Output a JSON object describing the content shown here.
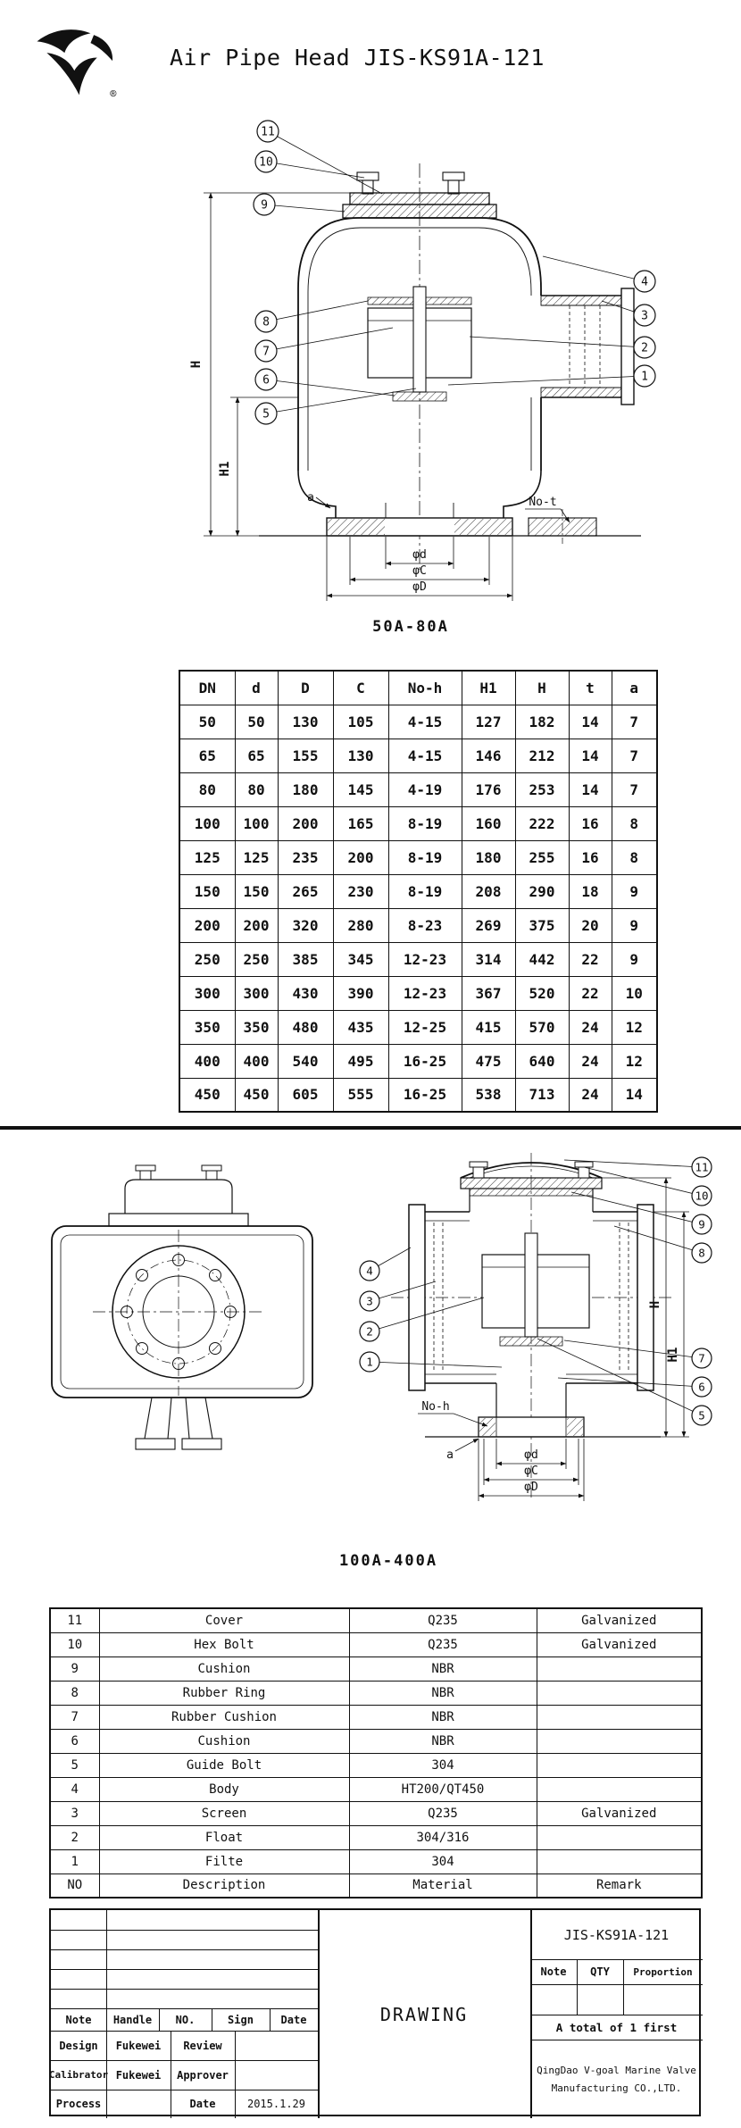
{
  "header": {
    "title": "Air Pipe Head JIS-KS91A-121",
    "logo_registered": "®"
  },
  "drawing1": {
    "caption": "50A-80A",
    "callouts": [
      "11",
      "10",
      "9",
      "8",
      "7",
      "6",
      "5",
      "4",
      "3",
      "2",
      "1"
    ],
    "dims": {
      "h": "H",
      "h1": "H1",
      "a": "a",
      "no_t": "No-t",
      "phi_d": "φd",
      "phi_c": "φC",
      "phi_big_d": "φD"
    }
  },
  "dim_table": {
    "headers": [
      "DN",
      "d",
      "D",
      "C",
      "No-h",
      "H1",
      "H",
      "t",
      "a"
    ],
    "rows": [
      [
        "50",
        "50",
        "130",
        "105",
        "4-15",
        "127",
        "182",
        "14",
        "7"
      ],
      [
        "65",
        "65",
        "155",
        "130",
        "4-15",
        "146",
        "212",
        "14",
        "7"
      ],
      [
        "80",
        "80",
        "180",
        "145",
        "4-19",
        "176",
        "253",
        "14",
        "7"
      ],
      [
        "100",
        "100",
        "200",
        "165",
        "8-19",
        "160",
        "222",
        "16",
        "8"
      ],
      [
        "125",
        "125",
        "235",
        "200",
        "8-19",
        "180",
        "255",
        "16",
        "8"
      ],
      [
        "150",
        "150",
        "265",
        "230",
        "8-19",
        "208",
        "290",
        "18",
        "9"
      ],
      [
        "200",
        "200",
        "320",
        "280",
        "8-23",
        "269",
        "375",
        "20",
        "9"
      ],
      [
        "250",
        "250",
        "385",
        "345",
        "12-23",
        "314",
        "442",
        "22",
        "9"
      ],
      [
        "300",
        "300",
        "430",
        "390",
        "12-23",
        "367",
        "520",
        "22",
        "10"
      ],
      [
        "350",
        "350",
        "480",
        "435",
        "12-25",
        "415",
        "570",
        "24",
        "12"
      ],
      [
        "400",
        "400",
        "540",
        "495",
        "16-25",
        "475",
        "640",
        "24",
        "12"
      ],
      [
        "450",
        "450",
        "605",
        "555",
        "16-25",
        "538",
        "713",
        "24",
        "14"
      ]
    ]
  },
  "drawing2": {
    "caption": "100A-400A",
    "callouts": [
      "11",
      "10",
      "9",
      "8",
      "4",
      "3",
      "2",
      "1",
      "7",
      "6",
      "5"
    ],
    "dims": {
      "h": "H",
      "h1": "H1",
      "a": "a",
      "no_h": "No-h",
      "phi_d": "φd",
      "phi_c": "φC",
      "phi_big_d": "φD"
    }
  },
  "parts_table": {
    "footer": [
      "NO",
      "Description",
      "Material",
      "Remark"
    ],
    "rows": [
      [
        "11",
        "Cover",
        "Q235",
        "Galvanized"
      ],
      [
        "10",
        "Hex Bolt",
        "Q235",
        "Galvanized"
      ],
      [
        "9",
        "Cushion",
        "NBR",
        ""
      ],
      [
        "8",
        "Rubber Ring",
        "NBR",
        ""
      ],
      [
        "7",
        "Rubber Cushion",
        "NBR",
        ""
      ],
      [
        "6",
        "Cushion",
        "NBR",
        ""
      ],
      [
        "5",
        "Guide Bolt",
        "304",
        ""
      ],
      [
        "4",
        "Body",
        "HT200/QT450",
        ""
      ],
      [
        "3",
        "Screen",
        "Q235",
        "Galvanized"
      ],
      [
        "2",
        "Float",
        "304/316",
        ""
      ],
      [
        "1",
        "Filte",
        "304",
        ""
      ]
    ]
  },
  "title_block": {
    "drawing_no": "JIS-KS91A-121",
    "drawing_label": "DRAWING",
    "row_header": [
      "Note",
      "Handle",
      "NO.",
      "Sign",
      "Date"
    ],
    "design_label": "Design",
    "design_name": "Fukewei",
    "review_label": "Review",
    "calibrator_label": "Calibrator",
    "calibrator_name": "Fukewei",
    "approver_label": "Approver",
    "process_label": "Process",
    "date_label": "Date",
    "date_value": "2015.1.29",
    "qty_row": [
      "Note",
      "QTY",
      "Proportion"
    ],
    "total_text": "A total of 1 first",
    "company_line1": "QingDao V-goal Marine Valve",
    "company_line2": "Manufacturing CO.,LTD."
  }
}
